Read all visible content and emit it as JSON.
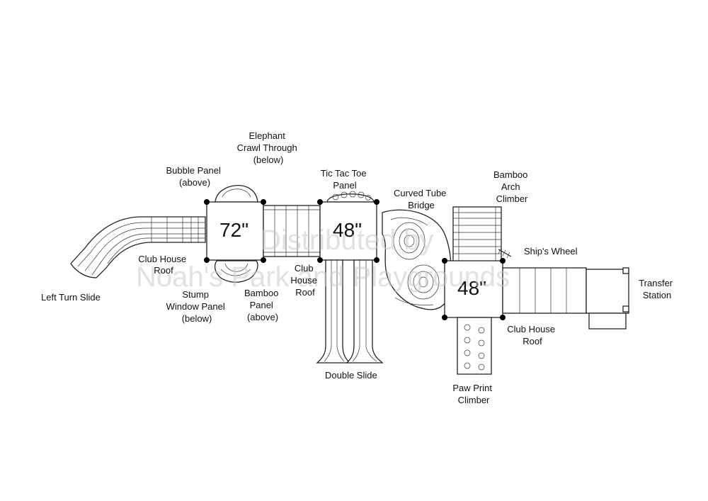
{
  "labels": {
    "left_turn_slide": "Left Turn Slide",
    "club_house_roof_left": [
      "Club House",
      "Roof"
    ],
    "stump_window_panel": [
      "Stump",
      "Window Panel",
      "(below)"
    ],
    "bubble_panel": [
      "Bubble Panel",
      "(above)"
    ],
    "elephant_crawl": [
      "Elephant",
      "Crawl Through",
      "(below)"
    ],
    "bamboo_panel": [
      "Bamboo",
      "Panel",
      "(above)"
    ],
    "club_house_roof_mid": [
      "Club",
      "House",
      "Roof"
    ],
    "tic_tac_toe": [
      "Tic Tac Toe",
      "Panel"
    ],
    "double_slide": "Double Slide",
    "curved_tube_bridge": [
      "Curved Tube",
      "Bridge"
    ],
    "bamboo_arch_climber": [
      "Bamboo",
      "Arch",
      "Climber"
    ],
    "ships_wheel": "Ship's Wheel",
    "transfer_station": [
      "Transfer",
      "Station"
    ],
    "club_house_roof_right": [
      "Club House",
      "Roof"
    ],
    "paw_print_climber": [
      "Paw Print",
      "Climber"
    ]
  },
  "decks": {
    "deck_72": "72\"",
    "deck_48_mid": "48\"",
    "deck_48_right": "48\""
  },
  "watermark": {
    "line1": "Distributed by",
    "line2": "Noah's Park and Playgrounds"
  }
}
